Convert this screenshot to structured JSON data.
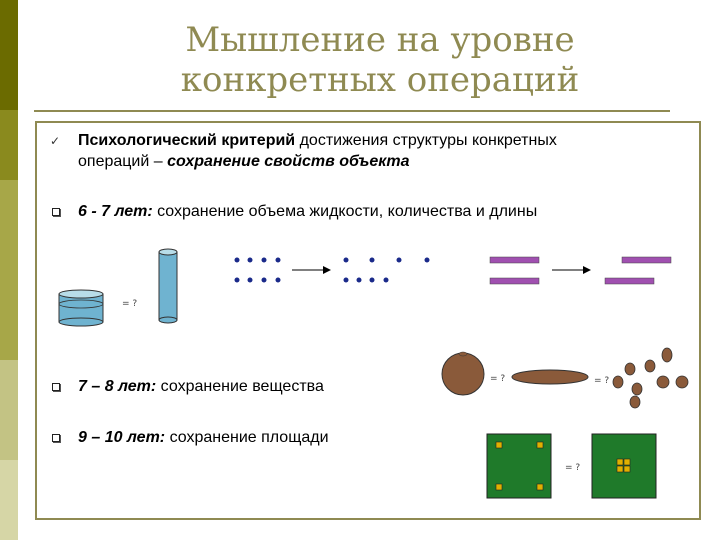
{
  "sidebar": {
    "colors": [
      "#6b6b00",
      "#8a8a1e",
      "#a7a748",
      "#c3c384",
      "#d6d6a6"
    ]
  },
  "title": {
    "line1": "Мышление на уровне",
    "line2": "конкретных операций"
  },
  "bullets": [
    {
      "marker": "check",
      "parts": [
        {
          "text": "Психологический критерий",
          "style": "bold"
        },
        {
          "text": " достижения структуры конкретных",
          "style": "normal"
        }
      ],
      "parts2": [
        {
          "text": "операций – ",
          "style": "normal"
        },
        {
          "text": "сохранение свойств объекта",
          "style": "bold-italic"
        }
      ]
    },
    {
      "marker": "box",
      "age": "6 - 7 лет:",
      "text": " сохранение объема жидкости, количества и длины"
    },
    {
      "marker": "box",
      "age": "7 – 8 лет:",
      "text": " сохранение вещества"
    },
    {
      "marker": "box",
      "age": "9 – 10 лет:",
      "text": " сохранение площади"
    }
  ],
  "illustration": {
    "question_marks": [
      "= ?",
      "= ?",
      "= ?",
      "= ?"
    ],
    "colors": {
      "liquid": "#6fb3d0",
      "dots": "#1a2a8a",
      "sticks": "#a050b0",
      "clay": "#8a5a3a",
      "field": "#1f7a2a",
      "house": "#e0b000"
    }
  }
}
